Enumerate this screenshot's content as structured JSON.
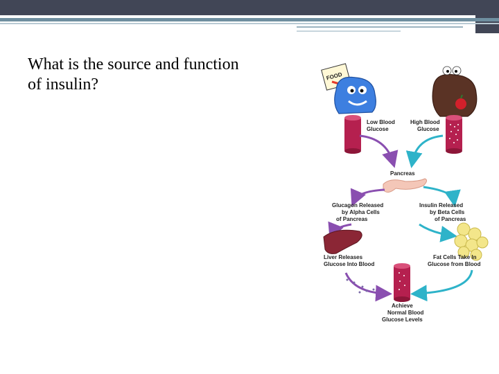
{
  "slide": {
    "question_line1": "What is the source and function",
    "question_line2": "of insulin?"
  },
  "diagram": {
    "food_sign": "FOOD",
    "low_blood_glucose": [
      "Low Blood",
      "Glucose"
    ],
    "high_blood_glucose": [
      "High Blood",
      "Glucose"
    ],
    "pancreas": "Pancreas",
    "glucagon_released": [
      "Glucagon Released",
      "by Alpha Cells",
      "of Pancreas"
    ],
    "insulin_released": [
      "Insulin Released",
      "by Beta Cells",
      "of Pancreas"
    ],
    "liver_releases": [
      "Liver Releases",
      "Glucose Into Blood"
    ],
    "fat_cells": [
      "Fat Cells Take In",
      "Glucose from Blood"
    ],
    "achieve": [
      "Achieve",
      "Normal Blood",
      "Glucose Levels"
    ]
  },
  "colors": {
    "header_bar": "#414656",
    "purple_arrow": "#8a4fb0",
    "teal_arrow": "#2eb3c9",
    "blood_vessel": "#b5204f",
    "liver": "#8b2635",
    "fat_cells": "#f3e68a",
    "pancreas": "#f4c7b8",
    "blue_monster": "#3d7fe0"
  }
}
